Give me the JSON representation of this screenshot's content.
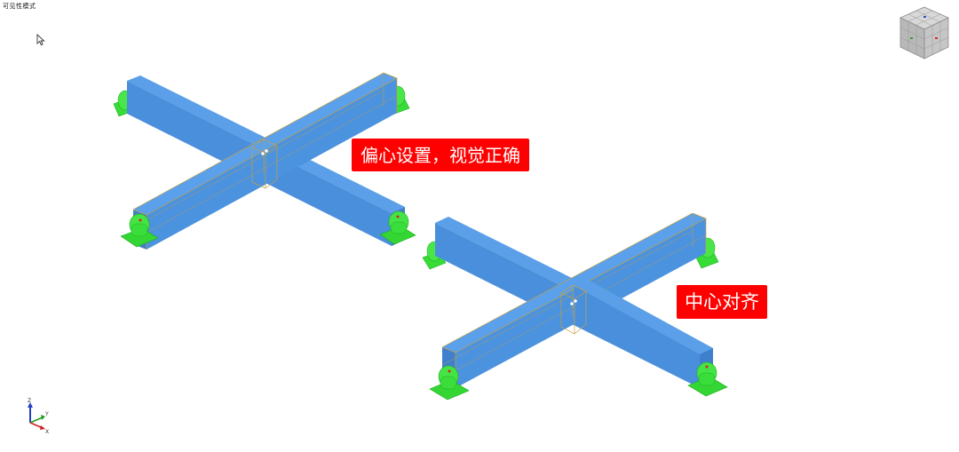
{
  "header": {
    "mode_label": "可见性模式"
  },
  "annotations": {
    "eccentric": "偏心设置，视觉正确",
    "centered": "中心对齐"
  },
  "axis_triad": {
    "z_label": "Z",
    "y_label": "Y",
    "x_label": "X"
  },
  "colors": {
    "beam": "#4a90e0",
    "beam_dark": "#3a78c8",
    "support": "#3ee03e",
    "support_dark": "#22b822",
    "callout": "#ff0000",
    "edge": "#c8a040"
  },
  "icons": {
    "cursor": "mouse-pointer-icon",
    "view_cube": "view-cube-icon",
    "triad": "axis-triad-icon"
  }
}
